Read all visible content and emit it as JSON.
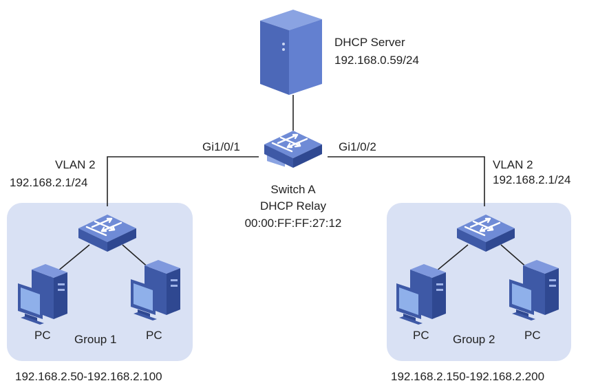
{
  "server": {
    "name": "DHCP Server",
    "ip": "192.168.0.59/24"
  },
  "switch_a": {
    "name": "Switch A",
    "role": "DHCP Relay",
    "mac": "00:00:FF:FF:27:12"
  },
  "ports": {
    "left": "Gi1/0/1",
    "right": "Gi1/0/2"
  },
  "left_vlan": {
    "vlan": "VLAN 2",
    "ip": "192.168.2.1/24"
  },
  "right_vlan": {
    "vlan": "VLAN 2",
    "ip": "192.168.2.1/24"
  },
  "group1": {
    "label": "Group 1",
    "pc_left": "PC",
    "pc_right": "PC",
    "range": "192.168.2.50-192.168.2.100"
  },
  "group2": {
    "label": "Group 2",
    "pc_left": "PC",
    "pc_right": "PC",
    "range": "192.168.2.150-192.168.2.200"
  },
  "colors": {
    "device_dark": "#3f5ba6",
    "device_mid": "#5473c4",
    "device_light": "#7f98dd",
    "group_bg": "#d9e1f4",
    "line": "#222222"
  }
}
